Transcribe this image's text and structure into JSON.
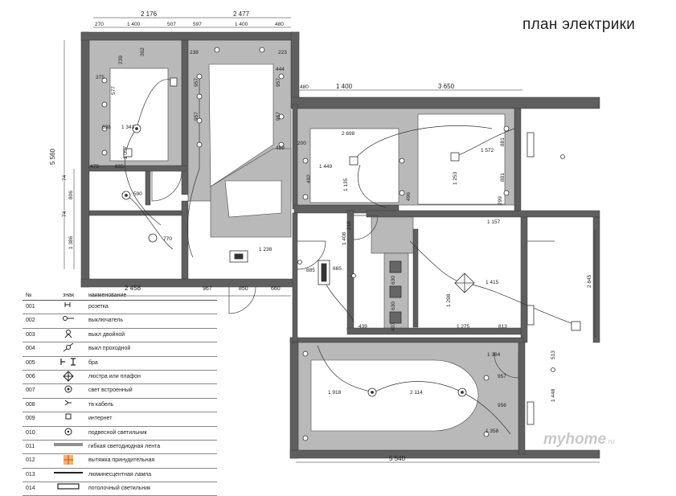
{
  "title": "план электрики",
  "watermark": {
    "main": "myhome",
    "suffix": ".ru"
  },
  "legend": {
    "headers": {
      "no": "№",
      "sign": "знак",
      "name": "наименование"
    },
    "items": [
      {
        "no": "001",
        "icon": "socket-icon",
        "name": "розетка"
      },
      {
        "no": "002",
        "icon": "switch-icon",
        "name": "выключатель"
      },
      {
        "no": "003",
        "icon": "double-switch-icon",
        "name": "выкл двойной"
      },
      {
        "no": "004",
        "icon": "pass-switch-icon",
        "name": "выкл проходной"
      },
      {
        "no": "005",
        "icon": "sconce-icon",
        "name": "бра"
      },
      {
        "no": "006",
        "icon": "chandelier-icon",
        "name": "люстра или плафон"
      },
      {
        "no": "007",
        "icon": "recessed-light-icon",
        "name": "свет встроенный"
      },
      {
        "no": "008",
        "icon": "tv-cable-icon",
        "name": "тв кабель"
      },
      {
        "no": "009",
        "icon": "internet-icon",
        "name": "интернет"
      },
      {
        "no": "010",
        "icon": "pendant-light-icon",
        "name": "подвесной светильник"
      },
      {
        "no": "011",
        "icon": "led-strip-icon",
        "name": "гибкая светодиодная лента"
      },
      {
        "no": "012",
        "icon": "exhaust-fan-icon",
        "name": "вытяжка принудительная"
      },
      {
        "no": "013",
        "icon": "fluorescent-lamp-icon",
        "name": "люминесцентная лампа"
      },
      {
        "no": "014",
        "icon": "ceiling-light-icon",
        "name": "потолочный светильник"
      }
    ]
  },
  "dimensions": {
    "top": [
      "2 176",
      "2 477"
    ],
    "top_sub": [
      "270",
      "1 400",
      "507",
      "597",
      "1 400",
      "480"
    ],
    "east_top": [
      "480",
      "1 400",
      "3 650"
    ],
    "left": [
      "5 560",
      "806",
      "74",
      "74",
      "1 386"
    ],
    "bottom_left": [
      "2 458",
      "967",
      "850",
      "660"
    ],
    "bottom_right": "5 540",
    "room_inner": [
      "2 698",
      "1 572",
      "1 157",
      "1 415",
      "1 275",
      "813",
      "1 298",
      "1 918",
      "2 114",
      "957",
      "956",
      "1 358",
      "1 384",
      "1 449",
      "1 135",
      "1 253",
      "1 238",
      "1 408",
      "885",
      "665",
      "439",
      "770",
      "590",
      "1 343",
      "1 057",
      "835",
      "479",
      "638",
      "577",
      "375",
      "239",
      "302",
      "238",
      "223",
      "444",
      "957",
      "957",
      "957",
      "957",
      "489",
      "200",
      "492",
      "496",
      "881",
      "881",
      "299",
      "513",
      "1 448",
      "2 845",
      "218",
      "630",
      "630",
      "407"
    ]
  }
}
